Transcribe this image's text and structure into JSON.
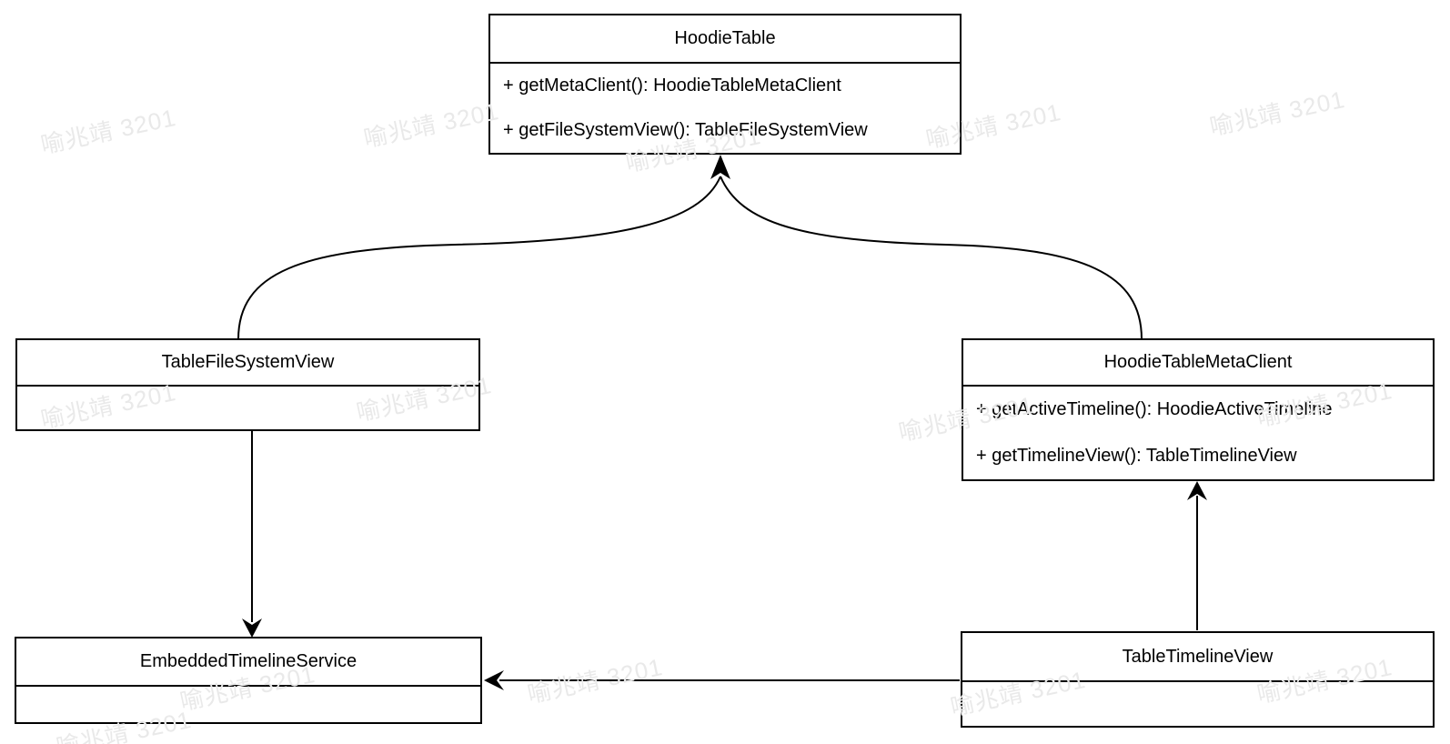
{
  "watermark": {
    "text": "喻兆靖 3201",
    "color": "#e9e9e9"
  },
  "diagram": {
    "line_color": "#000000",
    "box_fill": "#ffffff",
    "classes": [
      {
        "name": "HoodieTable",
        "methods": [
          "+ getMetaClient(): HoodieTableMetaClient",
          "+ getFileSystemView(): TableFileSystemView"
        ]
      },
      {
        "name": "TableFileSystemView",
        "methods": []
      },
      {
        "name": "HoodieTableMetaClient",
        "methods": [
          "+ getActiveTimeline(): HoodieActiveTimeline",
          "+ getTimelineView(): TableTimelineView"
        ]
      },
      {
        "name": "EmbeddedTimelineService",
        "methods": []
      },
      {
        "name": "TableTimelineView",
        "methods": []
      }
    ],
    "relations": [
      {
        "from": "TableFileSystemView",
        "to": "HoodieTable"
      },
      {
        "from": "HoodieTableMetaClient",
        "to": "HoodieTable"
      },
      {
        "from": "TableFileSystemView",
        "to": "EmbeddedTimelineService"
      },
      {
        "from": "TableTimelineView",
        "to": "HoodieTableMetaClient"
      },
      {
        "from": "TableTimelineView",
        "to": "EmbeddedTimelineService"
      }
    ]
  }
}
